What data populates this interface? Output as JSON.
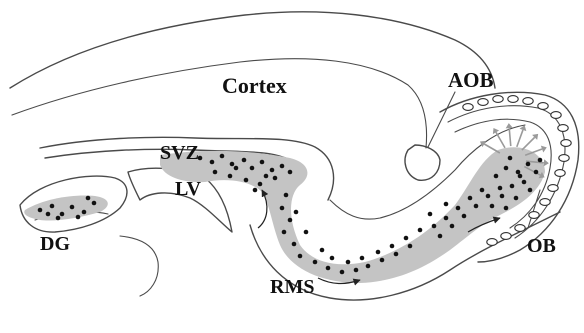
{
  "diagram": {
    "labels": {
      "cortex": "Cortex",
      "aob": "AOB",
      "svz": "SVZ",
      "lv": "LV",
      "dg": "DG",
      "rms": "RMS",
      "ob": "OB"
    },
    "colors": {
      "outline": "#4a4a4a",
      "region_fill": "#c4c4c4",
      "cell": "#111111",
      "migration_rays": "#9a9a9a",
      "background": "#ffffff"
    }
  }
}
